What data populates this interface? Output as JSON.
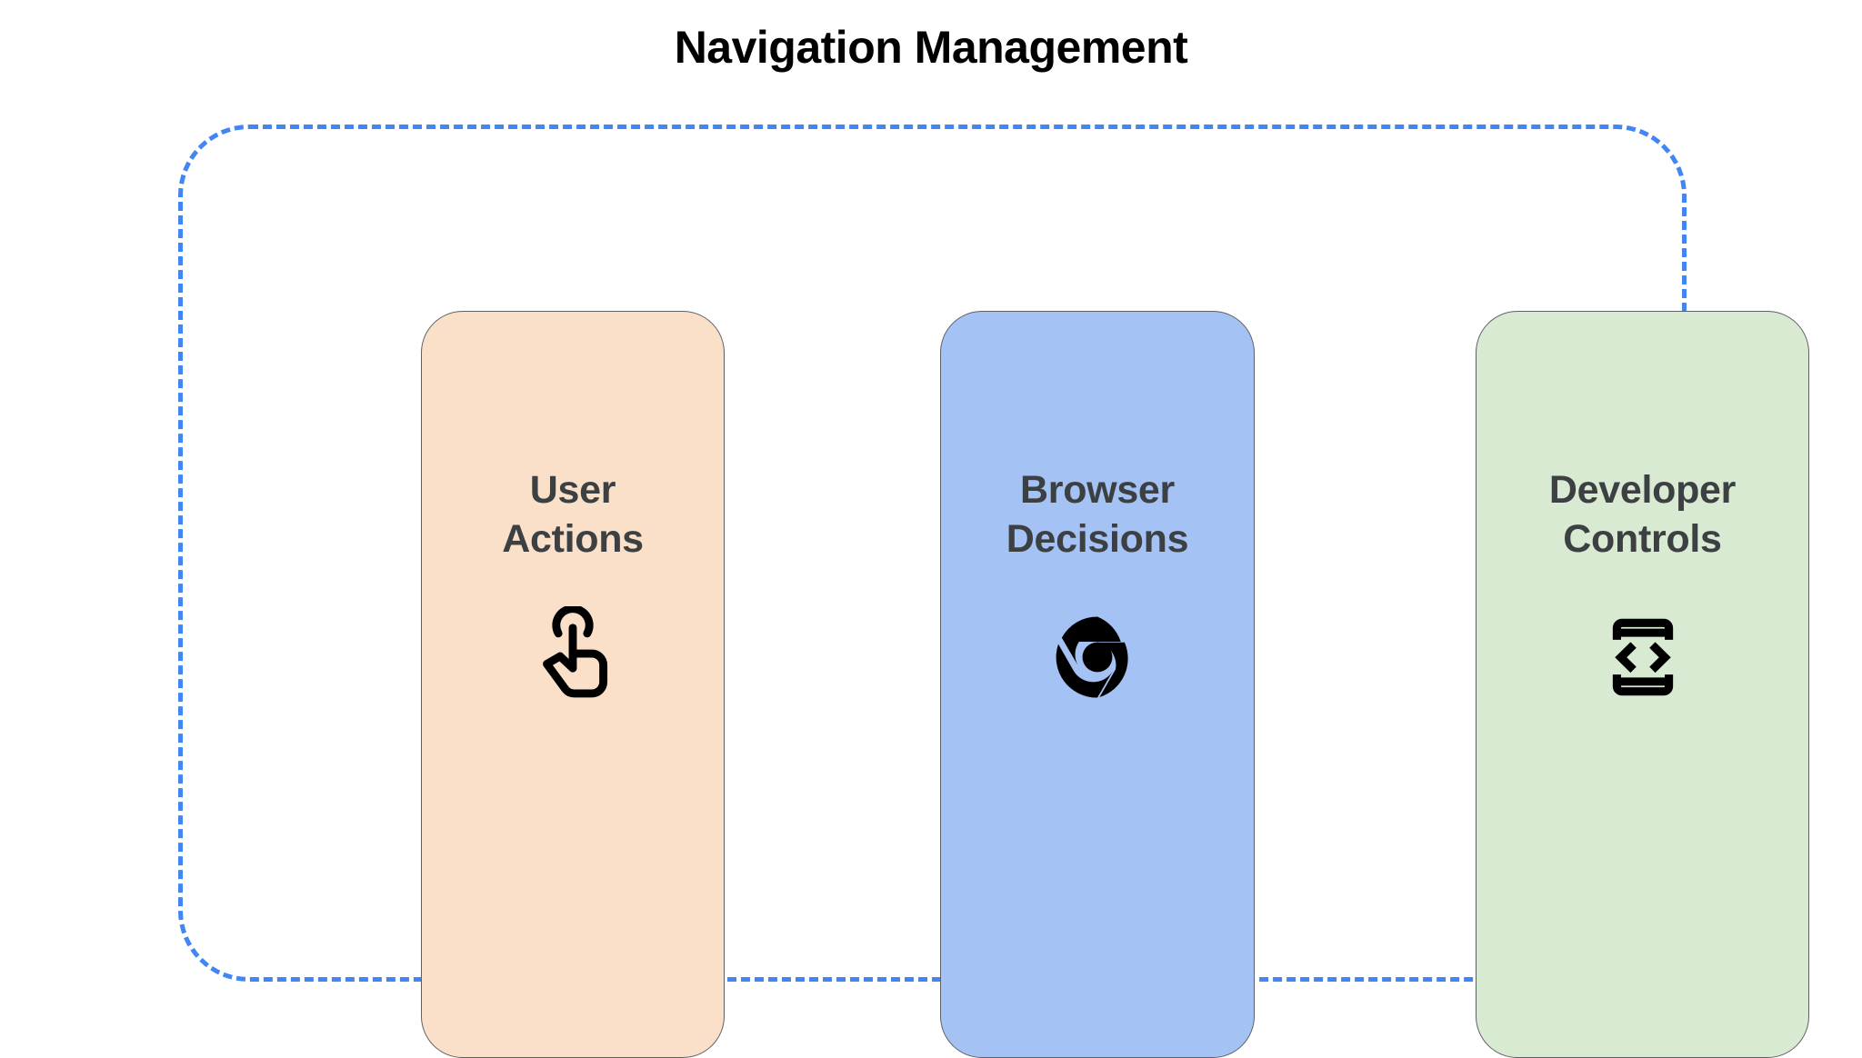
{
  "page": {
    "title": "Navigation Management",
    "background_color": "#ffffff",
    "title_color": "#000000"
  },
  "group": {
    "border_color": "#4285f4",
    "border_style": "dashed",
    "label": ""
  },
  "cards": [
    {
      "label": "User\nActions",
      "label_line1": "User",
      "label_line2": "Actions",
      "fill_color": "#fae0c8",
      "border_color": "#5f6063",
      "text_color": "#3c4043",
      "icon": "tap-gesture-icon",
      "icon_color": "#000000"
    },
    {
      "label": "Browser\nDecisions",
      "label_line1": "Browser",
      "label_line2": "Decisions",
      "fill_color": "#a4c2f4",
      "border_color": "#5f6063",
      "text_color": "#3c4043",
      "icon": "chrome-browser-icon",
      "icon_color": "#000000"
    },
    {
      "label": "Developer\nControls",
      "label_line1": "Developer",
      "label_line2": "Controls",
      "fill_color": "#d9ead3",
      "border_color": "#5f6063",
      "text_color": "#3c4043",
      "icon": "developer-mode-icon",
      "icon_color": "#000000"
    }
  ]
}
